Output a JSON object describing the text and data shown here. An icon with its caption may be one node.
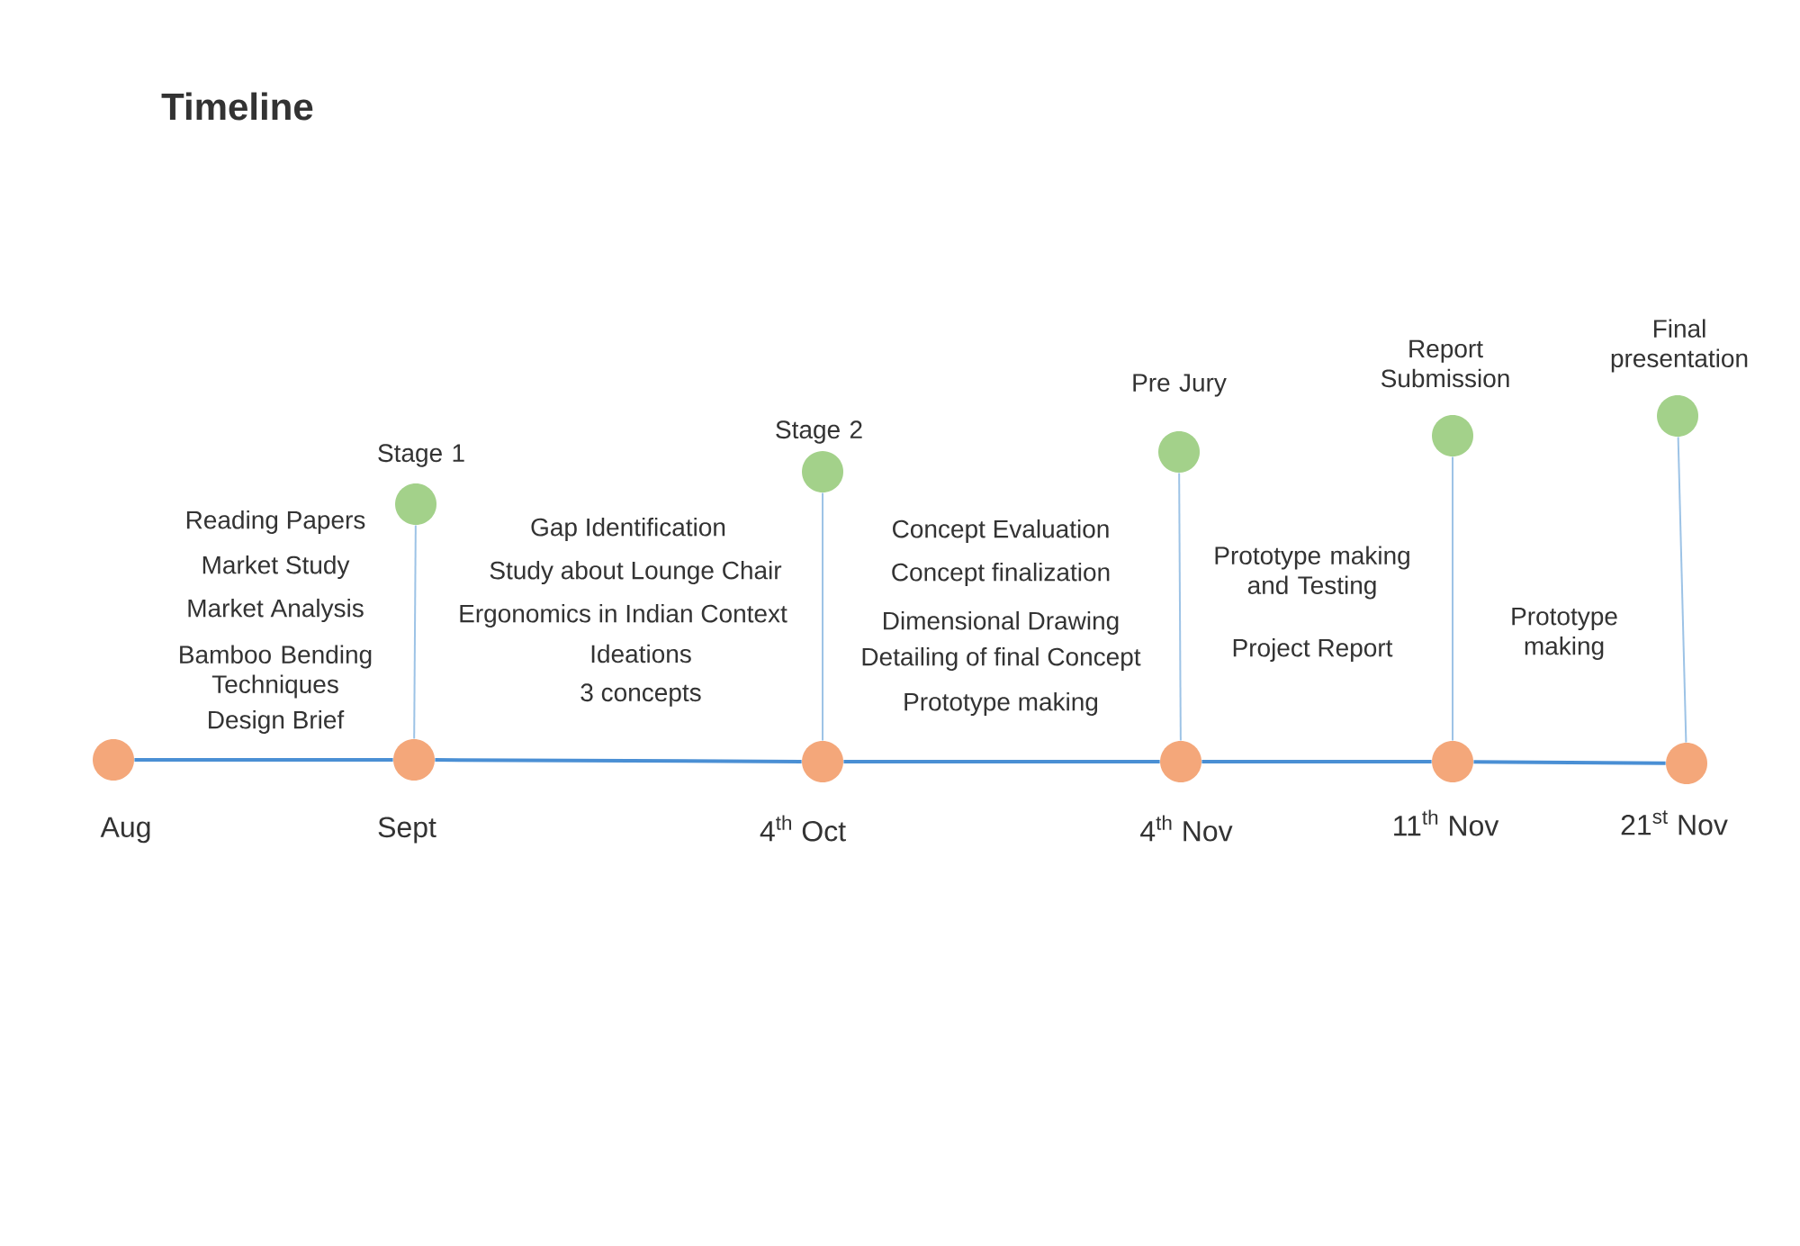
{
  "diagram": {
    "title": "Timeline",
    "nodes": [
      {
        "text": [
          "Aug"
        ]
      },
      {
        "text": [
          "Sept"
        ]
      },
      {
        "text": [
          "4$^{th}$ Oct"
        ]
      },
      {
        "text": [
          "4$^{th}$ Nov"
        ]
      },
      {
        "text": [
          "11$^{th}$ Nov"
        ]
      },
      {
        "text": [
          "21$^{st}$ Nov"
        ]
      },
      {
        "text": [
          "Stage 1"
        ]
      },
      {
        "text": [
          "Stage 2"
        ]
      },
      {
        "text": [
          "Pre Jury"
        ]
      },
      {
        "text": [
          "Report Submission"
        ]
      },
      {
        "text": [
          "Final presentation"
        ]
      }
    ],
    "edges": [
      {
        "from": 0,
        "to": 1,
        "arrow": "none",
        "color": "#4a8fd4"
      },
      {
        "from": 1,
        "to": 2,
        "arrow": "none",
        "color": "#4a8fd4"
      },
      {
        "from": 2,
        "to": 3,
        "arrow": "none",
        "color": "#4a8fd4"
      },
      {
        "from": 3,
        "to": 4,
        "arrow": "none",
        "color": "#4a8fd4"
      },
      {
        "from": 4,
        "to": 5,
        "arrow": "none",
        "color": "#4a8fd4"
      },
      {
        "from": 6,
        "to": 1,
        "arrow": "none"
      },
      {
        "from": 7,
        "to": 2,
        "arrow": "none"
      },
      {
        "from": 8,
        "to": 3,
        "arrow": "none"
      },
      {
        "from": 9,
        "to": 4,
        "arrow": "none"
      },
      {
        "from": 10,
        "to": 5,
        "arrow": "none"
      }
    ],
    "labels": [
      "Reading Papers",
      "Market Study",
      "Market Analysis",
      "Bamboo Bending Techniques",
      "Design Brief",
      "Gap Identification",
      "Study about Lounge Chair",
      "Ergonomics in Indian Context",
      "Ideations",
      "3 concepts",
      "Concept Evaluation",
      "Concept finalization",
      "Dimensional Drawing",
      "Detailing of final Concept",
      "Prototype making",
      "Prototype making and Testing",
      "Project Report",
      "Prototype making"
    ]
  }
}
